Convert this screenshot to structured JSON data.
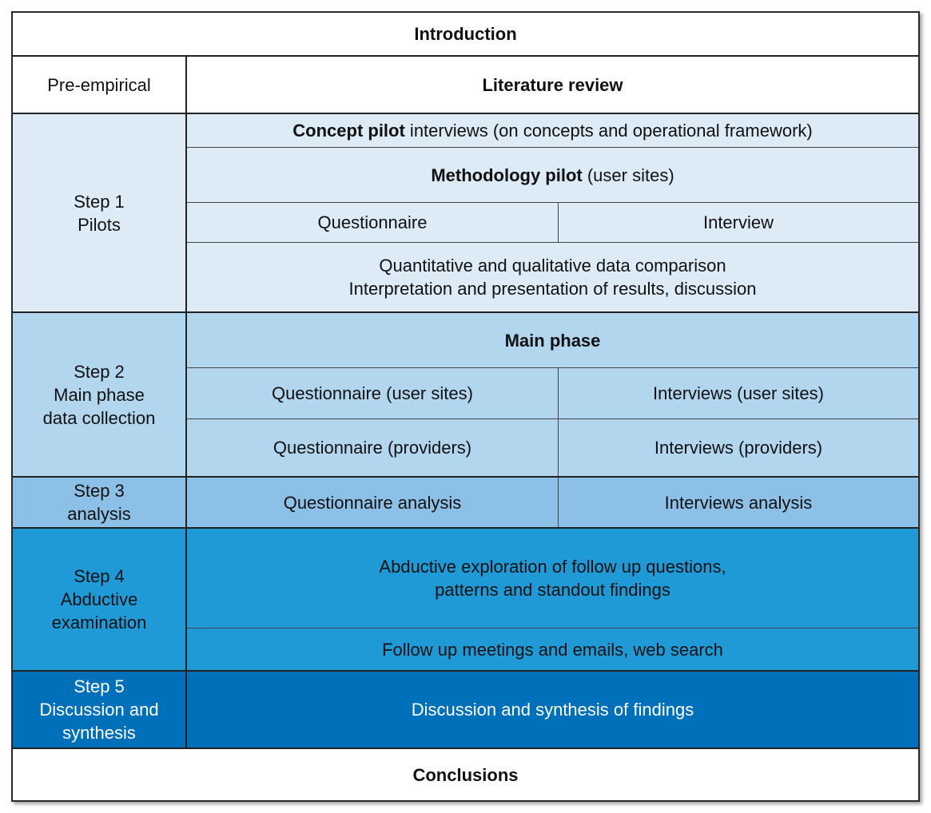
{
  "colors": {
    "step1": "#dcebf6",
    "step2": "#b3d6ef",
    "step3": "#8dc0e6",
    "step4": "#1f9ad6",
    "step5": "#0070ba",
    "border": "#222222"
  },
  "introduction": "Introduction",
  "pre_empirical": {
    "label": "Pre-empirical",
    "content": "Literature review"
  },
  "step1": {
    "label_line1": "Step 1",
    "label_line2": "Pilots",
    "concept_bold": "Concept pilot",
    "concept_rest": " interviews (on concepts and operational framework)",
    "method_bold": "Methodology pilot",
    "method_rest": " (user sites)",
    "questionnaire": "Questionnaire",
    "interview": "Interview",
    "comparison_line1": "Quantitative and qualitative data comparison",
    "comparison_line2": "Interpretation and presentation of results, discussion"
  },
  "step2": {
    "label_line1": "Step 2",
    "label_line2": "Main phase",
    "label_line3": "data collection",
    "main_phase": "Main phase",
    "q_user": "Questionnaire (user sites)",
    "i_user": "Interviews (user sites)",
    "q_prov": "Questionnaire (providers)",
    "i_prov": "Interviews (providers)"
  },
  "step3": {
    "label_line1": "Step 3",
    "label_line2": "analysis",
    "q_analysis": "Questionnaire analysis",
    "i_analysis": "Interviews analysis"
  },
  "step4": {
    "label_line1": "Step 4",
    "label_line2": "Abductive",
    "label_line3": "examination",
    "explore_line1": "Abductive exploration of follow up questions,",
    "explore_line2": "patterns and standout findings",
    "followup": "Follow up meetings and emails, web search"
  },
  "step5": {
    "label_line1": "Step 5",
    "label_line2": "Discussion and",
    "label_line3": "synthesis",
    "content": "Discussion and synthesis of findings"
  },
  "conclusions": "Conclusions"
}
